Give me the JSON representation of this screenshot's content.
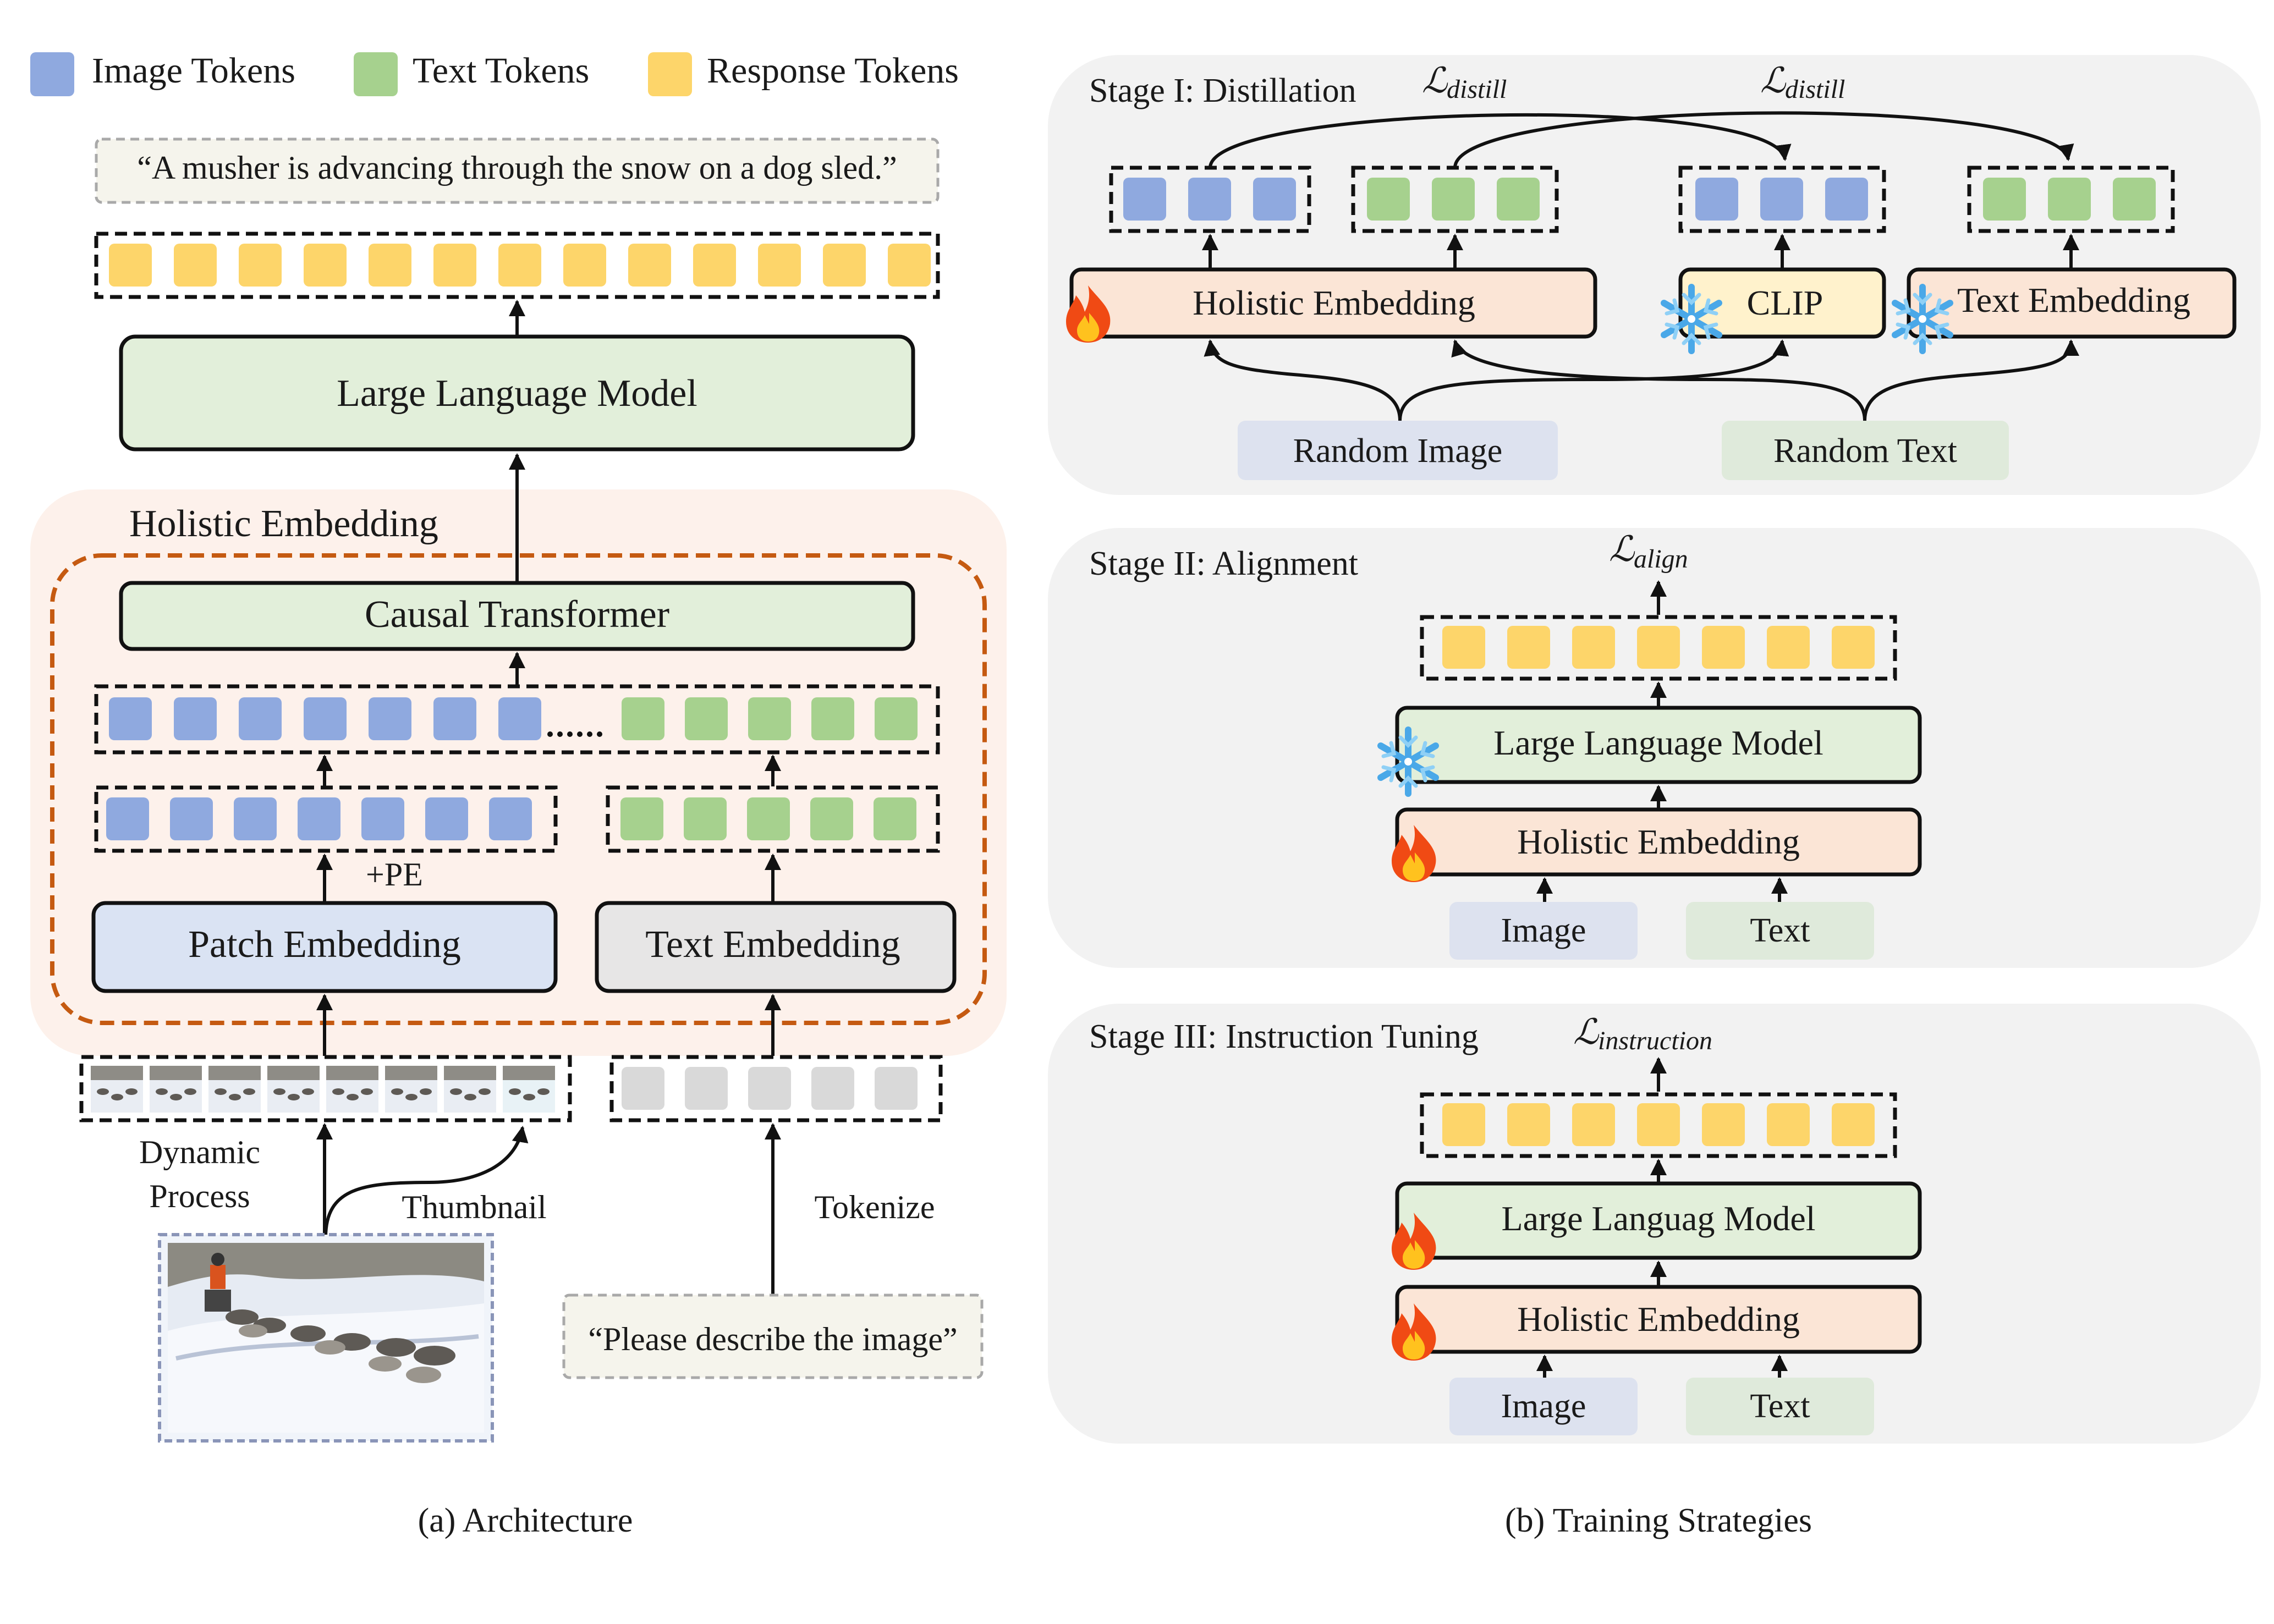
{
  "colors": {
    "image_token": "#8fa9df",
    "text_token": "#a6d18e",
    "response_token": "#fdd56a",
    "raw_token": "#d9d9d9",
    "llm_fill": "#e2efda",
    "holistic_fill": "#fbe5d6",
    "patch_fill": "#dae3f3",
    "text_emb_fill": "#e7e6e6",
    "clip_fill": "#fff2cc",
    "panel_bg": "#f2f2f2",
    "holistic_bg": "#fdf1eb",
    "holistic_dash": "#c55a11",
    "caption_box": "#f5f4ec",
    "random_image_fill": "#dde2ef",
    "random_text_fill": "#dfeadb"
  },
  "legend": {
    "image_tokens": "Image Tokens",
    "text_tokens": "Text Tokens",
    "response_tokens": "Response Tokens"
  },
  "architecture": {
    "output_text": "“A musher is advancing through the snow on a dog sled.”",
    "llm": "Large Language Model",
    "holistic_title": "Holistic Embedding",
    "causal_transformer": "Causal Transformer",
    "pe": "+PE",
    "patch_embedding": "Patch Embedding",
    "text_embedding": "Text Embedding",
    "dynamic_process": "Dynamic Process",
    "thumbnail": "Thumbnail",
    "tokenize": "Tokenize",
    "prompt": "“Please describe the image”",
    "caption": "(a) Architecture"
  },
  "stage1": {
    "title": "Stage I: Distillation",
    "loss_1": "distill",
    "loss_2": "distill",
    "holistic": "Holistic Embedding",
    "clip": "CLIP",
    "text_embedding": "Text Embedding",
    "random_image": "Random Image",
    "random_text": "Random Text"
  },
  "stage2": {
    "title": "Stage II: Alignment",
    "loss": "align",
    "llm": "Large Language Model",
    "holistic": "Holistic Embedding",
    "image": "Image",
    "text": "Text"
  },
  "stage3": {
    "title": "Stage III: Instruction Tuning",
    "loss": "instruction",
    "llm": "Large Languag Model",
    "holistic": "Holistic Embedding",
    "image": "Image",
    "text": "Text"
  },
  "caption_b": "(b) Training Strategies",
  "icons": {
    "fire": "fire-icon",
    "snowflake": "snowflake-icon"
  }
}
